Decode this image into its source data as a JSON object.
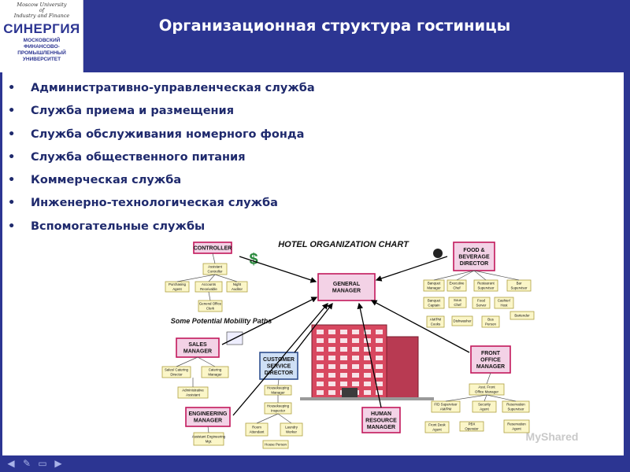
{
  "logo": {
    "top_text": [
      "Moscow University",
      "of",
      "Industry and Finance"
    ],
    "name": "СИНЕРГИЯ",
    "subtitle": [
      "МОСКОВСКИЙ",
      "ФИНАНСОВО-ПРОМЫШЛЕННЫЙ",
      "УНИВЕРСИТЕТ"
    ]
  },
  "header": {
    "title": "Организационная структура гостиницы"
  },
  "bullets": [
    "Административно-управленческая служба",
    "Служба приема и размещения",
    "Служба обслуживания номерного фонда",
    "Служба общественного питания",
    "Коммерческая служба",
    "Инженерно-технологическая служба",
    "Вспомогательные  службы"
  ],
  "chart": {
    "title": "HOTEL ORGANIZATION CHART",
    "mobility_label": "Some Potential Mobility Paths",
    "watermark": "MyShared",
    "general_manager": [
      "GENERAL",
      "MANAGER"
    ],
    "controller": {
      "head": "CONTROLLER",
      "sub": [
        "Assistant Controller",
        "Purchasing Agent",
        "Accounts Receivable",
        "Night Auditor",
        "General Office Clerk"
      ]
    },
    "fb": {
      "head": [
        "FOOD &",
        "BEVERAGE",
        "DIRECTOR"
      ],
      "sub": [
        "Banquet Manager",
        "Executive Chef",
        "Restaurant Supervisor",
        "Bar Supervisor",
        "Banquet Captain",
        "Sous Chef",
        "Food Server",
        "Cashier/ Host",
        "AM/PM Cooks",
        "Dishwasher",
        "Bus Person",
        "Bartender"
      ]
    },
    "sales": {
      "head": [
        "SALES",
        "MANAGER"
      ],
      "sub": [
        "Sales/ Catering Director",
        "Catering Manager",
        "Administrative Assistant"
      ]
    },
    "css": {
      "head": [
        "CUSTOMER",
        "SERVICE",
        "DIRECTOR"
      ],
      "sub": [
        "Housekeeping Manager",
        "Housekeeping Inspector",
        "Room Attendant",
        "Laundry Worker",
        "House Person"
      ]
    },
    "engineering": {
      "head": [
        "ENGINEERING",
        "MANAGER"
      ],
      "sub": [
        "Assistant Engineering Mgr."
      ]
    },
    "hr": {
      "head": [
        "HUMAN",
        "RESOURCE",
        "MANAGER"
      ]
    },
    "front_office": {
      "head": [
        "FRONT",
        "OFFICE",
        "MANAGER"
      ],
      "sub": [
        "Asst. Front Office Manager",
        "F/D Supervisor AM/PM",
        "Security Agent",
        "Reservation Supervisor",
        "Front Desk Agent",
        "PBX Operator",
        "Reservation Agent"
      ]
    },
    "colors": {
      "box_fill_head": "#f3d2e6",
      "box_border_head": "#c2185b",
      "box_fill_sub": "#fbf6c8",
      "box_border_sub": "#b0a040",
      "css_fill": "#cfe0f6",
      "css_border": "#2f4f8f",
      "building": "#d84860",
      "arrow": "#000000"
    }
  },
  "nav_icons": [
    "prev-icon",
    "pen-icon",
    "screen-icon",
    "next-icon"
  ]
}
